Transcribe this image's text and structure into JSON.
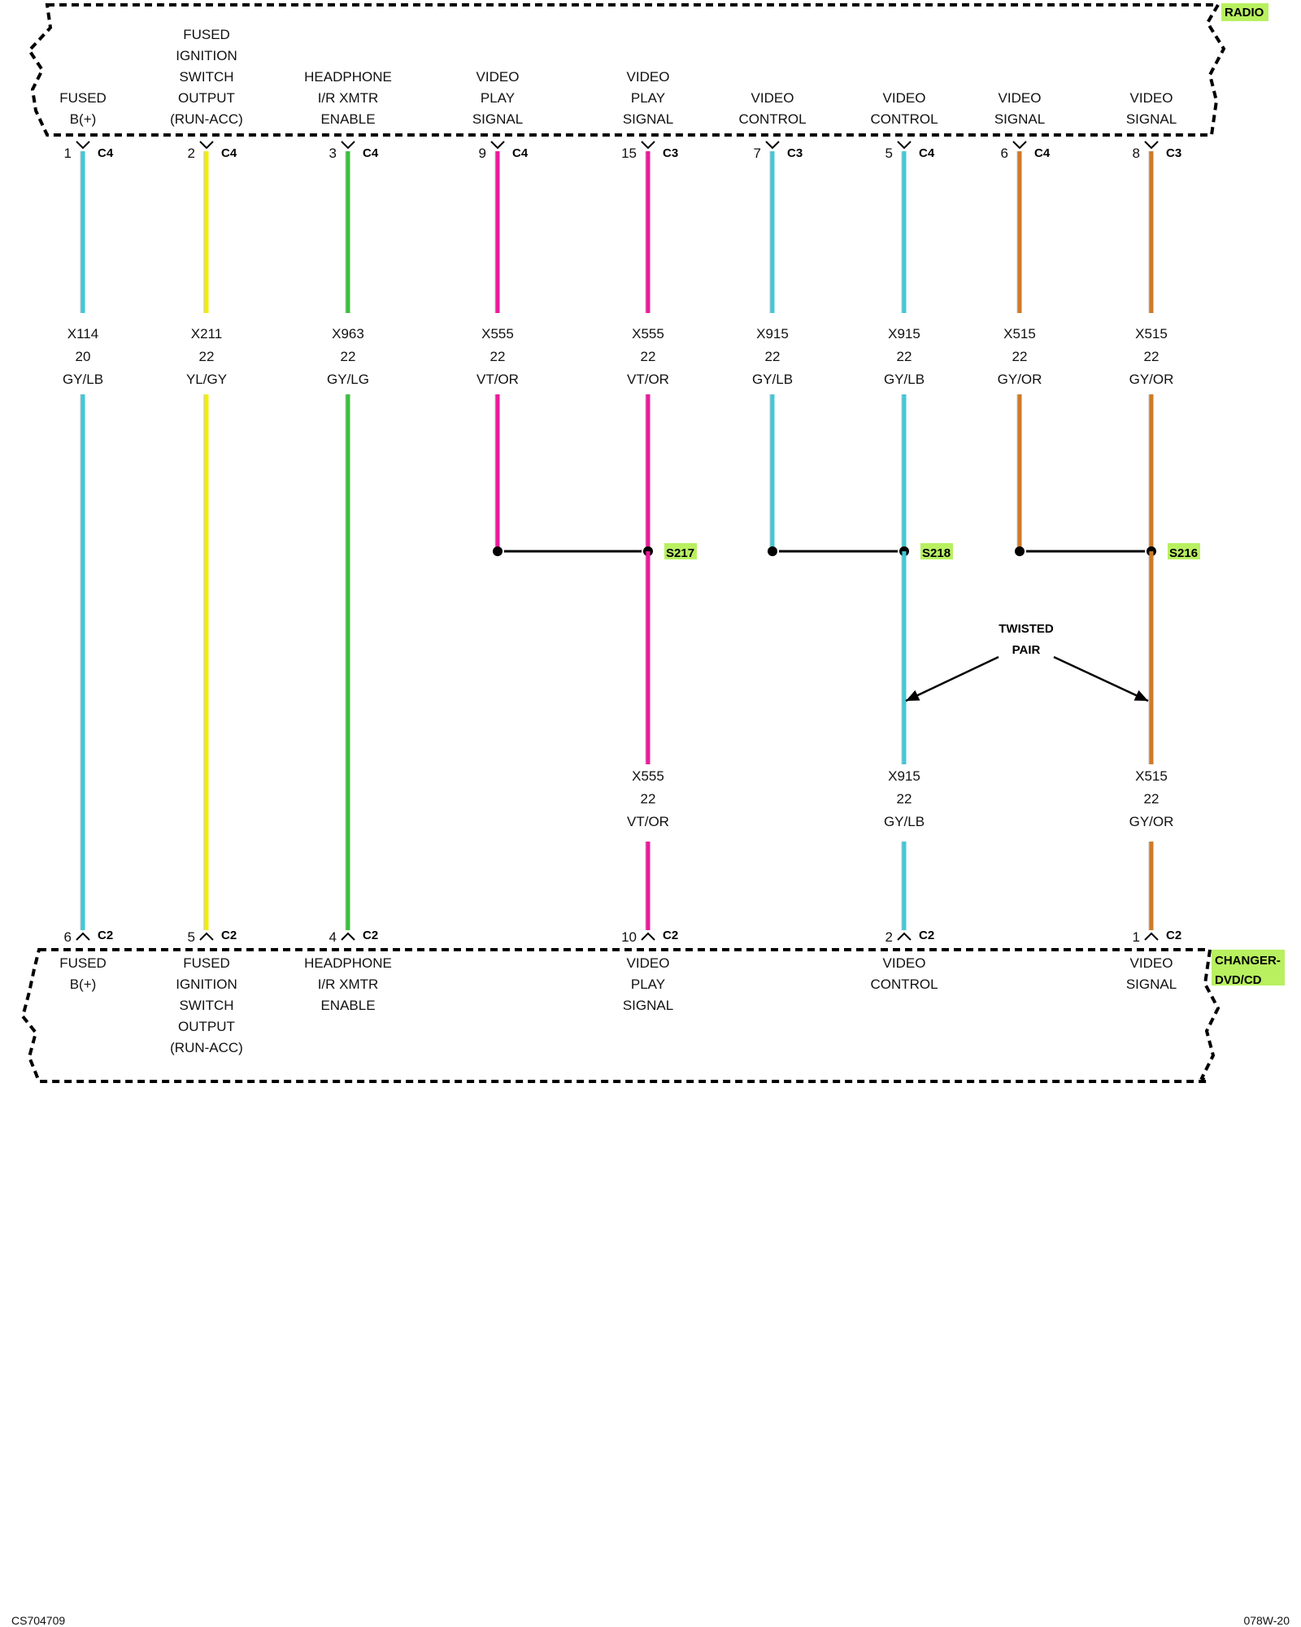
{
  "modules": {
    "radio": {
      "name": "RADIO"
    },
    "changer": {
      "name_lines": [
        "CHANGER-",
        "DVD/CD"
      ]
    }
  },
  "colors": {
    "GY/LB": "#40c8d8",
    "YL/GY": "#f2f000",
    "GY/LG": "#3cbf3c",
    "VT/OR": "#ee1a9c",
    "GY/OR": "#d07a28",
    "highlight": "#b8f060"
  },
  "wires": [
    {
      "id": "fused-bplus",
      "top_label": [
        "FUSED",
        "B(+)"
      ],
      "top_pin": "1",
      "top_conn": "C4",
      "circuit": "X114",
      "gauge": "20",
      "color_code": "GY/LB",
      "bottom_pin": "6",
      "bottom_conn": "C2",
      "bottom_label": [
        "FUSED",
        "B(+)"
      ]
    },
    {
      "id": "fused-ign",
      "top_label": [
        "FUSED",
        "IGNITION",
        "SWITCH",
        "OUTPUT",
        "(RUN-ACC)"
      ],
      "top_pin": "2",
      "top_conn": "C4",
      "circuit": "X211",
      "gauge": "22",
      "color_code": "YL/GY",
      "bottom_pin": "5",
      "bottom_conn": "C2",
      "bottom_label": [
        "FUSED",
        "IGNITION",
        "SWITCH",
        "OUTPUT",
        "(RUN-ACC)"
      ]
    },
    {
      "id": "headphone",
      "top_label": [
        "HEADPHONE",
        "I/R XMTR",
        "ENABLE"
      ],
      "top_pin": "3",
      "top_conn": "C4",
      "circuit": "X963",
      "gauge": "22",
      "color_code": "GY/LG",
      "bottom_pin": "4",
      "bottom_conn": "C2",
      "bottom_label": [
        "HEADPHONE",
        "I/R XMTR",
        "ENABLE"
      ]
    },
    {
      "id": "video-play-c4",
      "top_label": [
        "VIDEO",
        "PLAY",
        "SIGNAL"
      ],
      "top_pin": "9",
      "top_conn": "C4",
      "circuit": "X555",
      "gauge": "22",
      "color_code": "VT/OR"
    },
    {
      "id": "video-play-c3",
      "top_label": [
        "VIDEO",
        "PLAY",
        "SIGNAL"
      ],
      "top_pin": "15",
      "top_conn": "C3",
      "circuit": "X555",
      "gauge": "22",
      "color_code": "VT/OR",
      "splice": "S217",
      "lower_circuit": "X555",
      "lower_gauge": "22",
      "lower_color_code": "VT/OR",
      "bottom_pin": "10",
      "bottom_conn": "C2",
      "bottom_label": [
        "VIDEO",
        "PLAY",
        "SIGNAL"
      ]
    },
    {
      "id": "video-control-c3",
      "top_label": [
        "VIDEO",
        "CONTROL"
      ],
      "top_pin": "7",
      "top_conn": "C3",
      "circuit": "X915",
      "gauge": "22",
      "color_code": "GY/LB"
    },
    {
      "id": "video-control-c4",
      "top_label": [
        "VIDEO",
        "CONTROL"
      ],
      "top_pin": "5",
      "top_conn": "C4",
      "circuit": "X915",
      "gauge": "22",
      "color_code": "GY/LB",
      "splice": "S218",
      "lower_circuit": "X915",
      "lower_gauge": "22",
      "lower_color_code": "GY/LB",
      "bottom_pin": "2",
      "bottom_conn": "C2",
      "bottom_label": [
        "VIDEO",
        "CONTROL"
      ]
    },
    {
      "id": "video-signal-c4",
      "top_label": [
        "VIDEO",
        "SIGNAL"
      ],
      "top_pin": "6",
      "top_conn": "C4",
      "circuit": "X515",
      "gauge": "22",
      "color_code": "GY/OR"
    },
    {
      "id": "video-signal-c3",
      "top_label": [
        "VIDEO",
        "SIGNAL"
      ],
      "top_pin": "8",
      "top_conn": "C3",
      "circuit": "X515",
      "gauge": "22",
      "color_code": "GY/OR",
      "splice": "S216",
      "lower_circuit": "X515",
      "lower_gauge": "22",
      "lower_color_code": "GY/OR",
      "bottom_pin": "1",
      "bottom_conn": "C2",
      "bottom_label": [
        "VIDEO",
        "SIGNAL"
      ]
    }
  ],
  "annotation": {
    "lines": [
      "TWISTED",
      "PAIR"
    ]
  },
  "footer": {
    "left": "CS704709",
    "right": "078W-20"
  }
}
